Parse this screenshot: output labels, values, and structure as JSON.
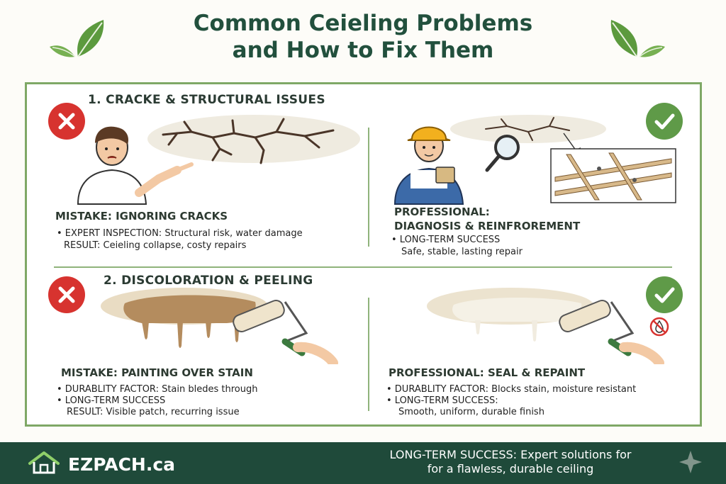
{
  "title": {
    "line1": "Common Ceieling Problems",
    "line2": "and How to Fix Them"
  },
  "icons": {
    "leaf": "leaf-icon",
    "x": "x-icon",
    "check": "check-icon",
    "house": "house-icon",
    "no_water": "no-water-icon",
    "sparkle": "sparkle-icon"
  },
  "colors": {
    "brand_green": "#22503d",
    "footer_bg": "#1f4a3a",
    "bad_red": "#d7332f",
    "good_green": "#5f9a48",
    "border_green": "#7fa866"
  },
  "section1": {
    "title": "1. CRACKE & STRUCTURAL ISSUES",
    "mistake": {
      "heading": "MISTAKE: IGNORING CRACKS",
      "bullet1": "• EXPERT INSPECTION: Structural risk, water damage",
      "bullet2": "RESULT: Ceieling collapse, costy repairs"
    },
    "professional": {
      "heading1": "PROFESSIONAL:",
      "heading2": "DIAGNOSIS & REINFROREMENT",
      "bullet1": "• LONG-TERM SUCCESS",
      "bullet2": "Safe, stable, lasting repair"
    }
  },
  "section2": {
    "title": "2. DISCOLORATION & PEELING",
    "mistake": {
      "heading": "MISTAKE: PAINTING OVER STAIN",
      "bullet1": "• DURABLITY FACTOR: Stain bledes through",
      "bullet2": "• LONG-TERM SUCCESS",
      "bullet3": "RESULT: Visible patch, recurring issue"
    },
    "professional": {
      "heading": "PROFESSIONAL: SEAL & REPAINT",
      "bullet1": "• DURABLITY FACTOR: Blocks stain, moisture resistant",
      "bullet2": "• LONG-TERM SUCCESS:",
      "bullet3": "Smooth, uniform, durable finish"
    }
  },
  "footer": {
    "brand": "EZPACH.ca",
    "tagline1": "LONG-TERM SUCCESS: Expert solutions for",
    "tagline2": "for a flawless, durable ceiling"
  }
}
